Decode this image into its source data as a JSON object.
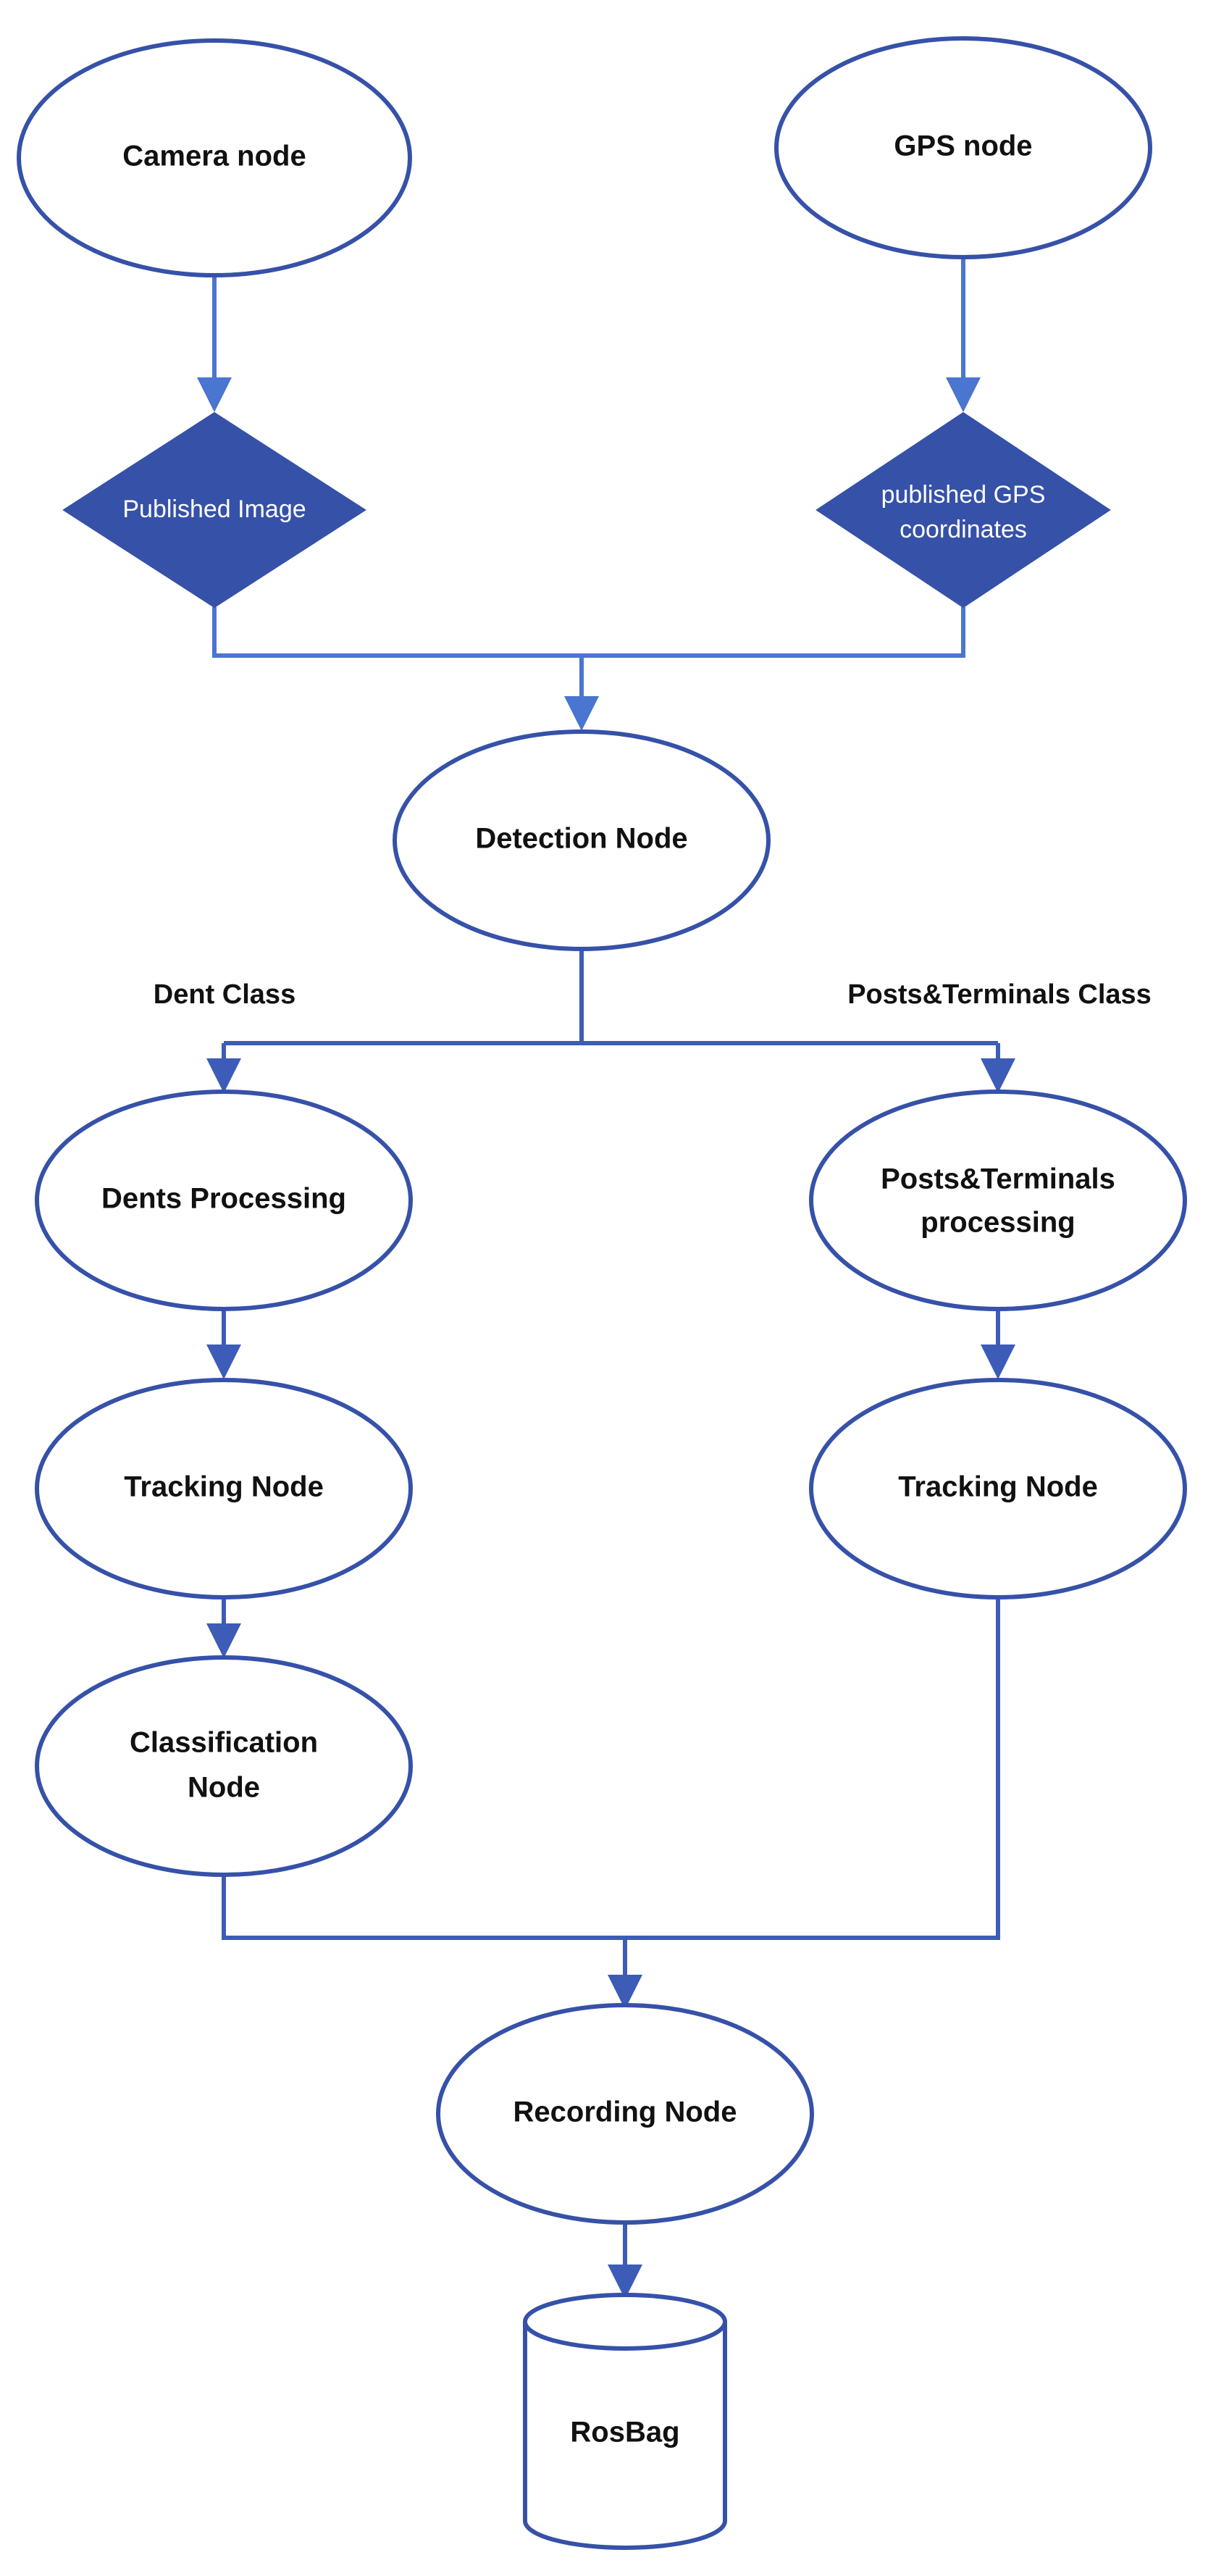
{
  "colors": {
    "accent": "#3651a8",
    "connector": "#3d5cb8",
    "background": "#ffffff",
    "text": "#111111"
  },
  "nodes": {
    "camera": "Camera node",
    "gps": "GPS node",
    "published_image": "Published Image",
    "published_gps": [
      "published GPS",
      "coordinates"
    ],
    "detection": "Detection Node",
    "dents_processing": "Dents Processing",
    "posts_processing": [
      "Posts&Terminals",
      "processing"
    ],
    "tracking_left": "Tracking Node",
    "tracking_right": "Tracking Node",
    "classification": [
      "Classification",
      "Node"
    ],
    "recording": "Recording Node",
    "rosbag": "RosBag"
  },
  "branches": {
    "dent_class": "Dent Class",
    "posts_class": "Posts&Terminals Class"
  }
}
